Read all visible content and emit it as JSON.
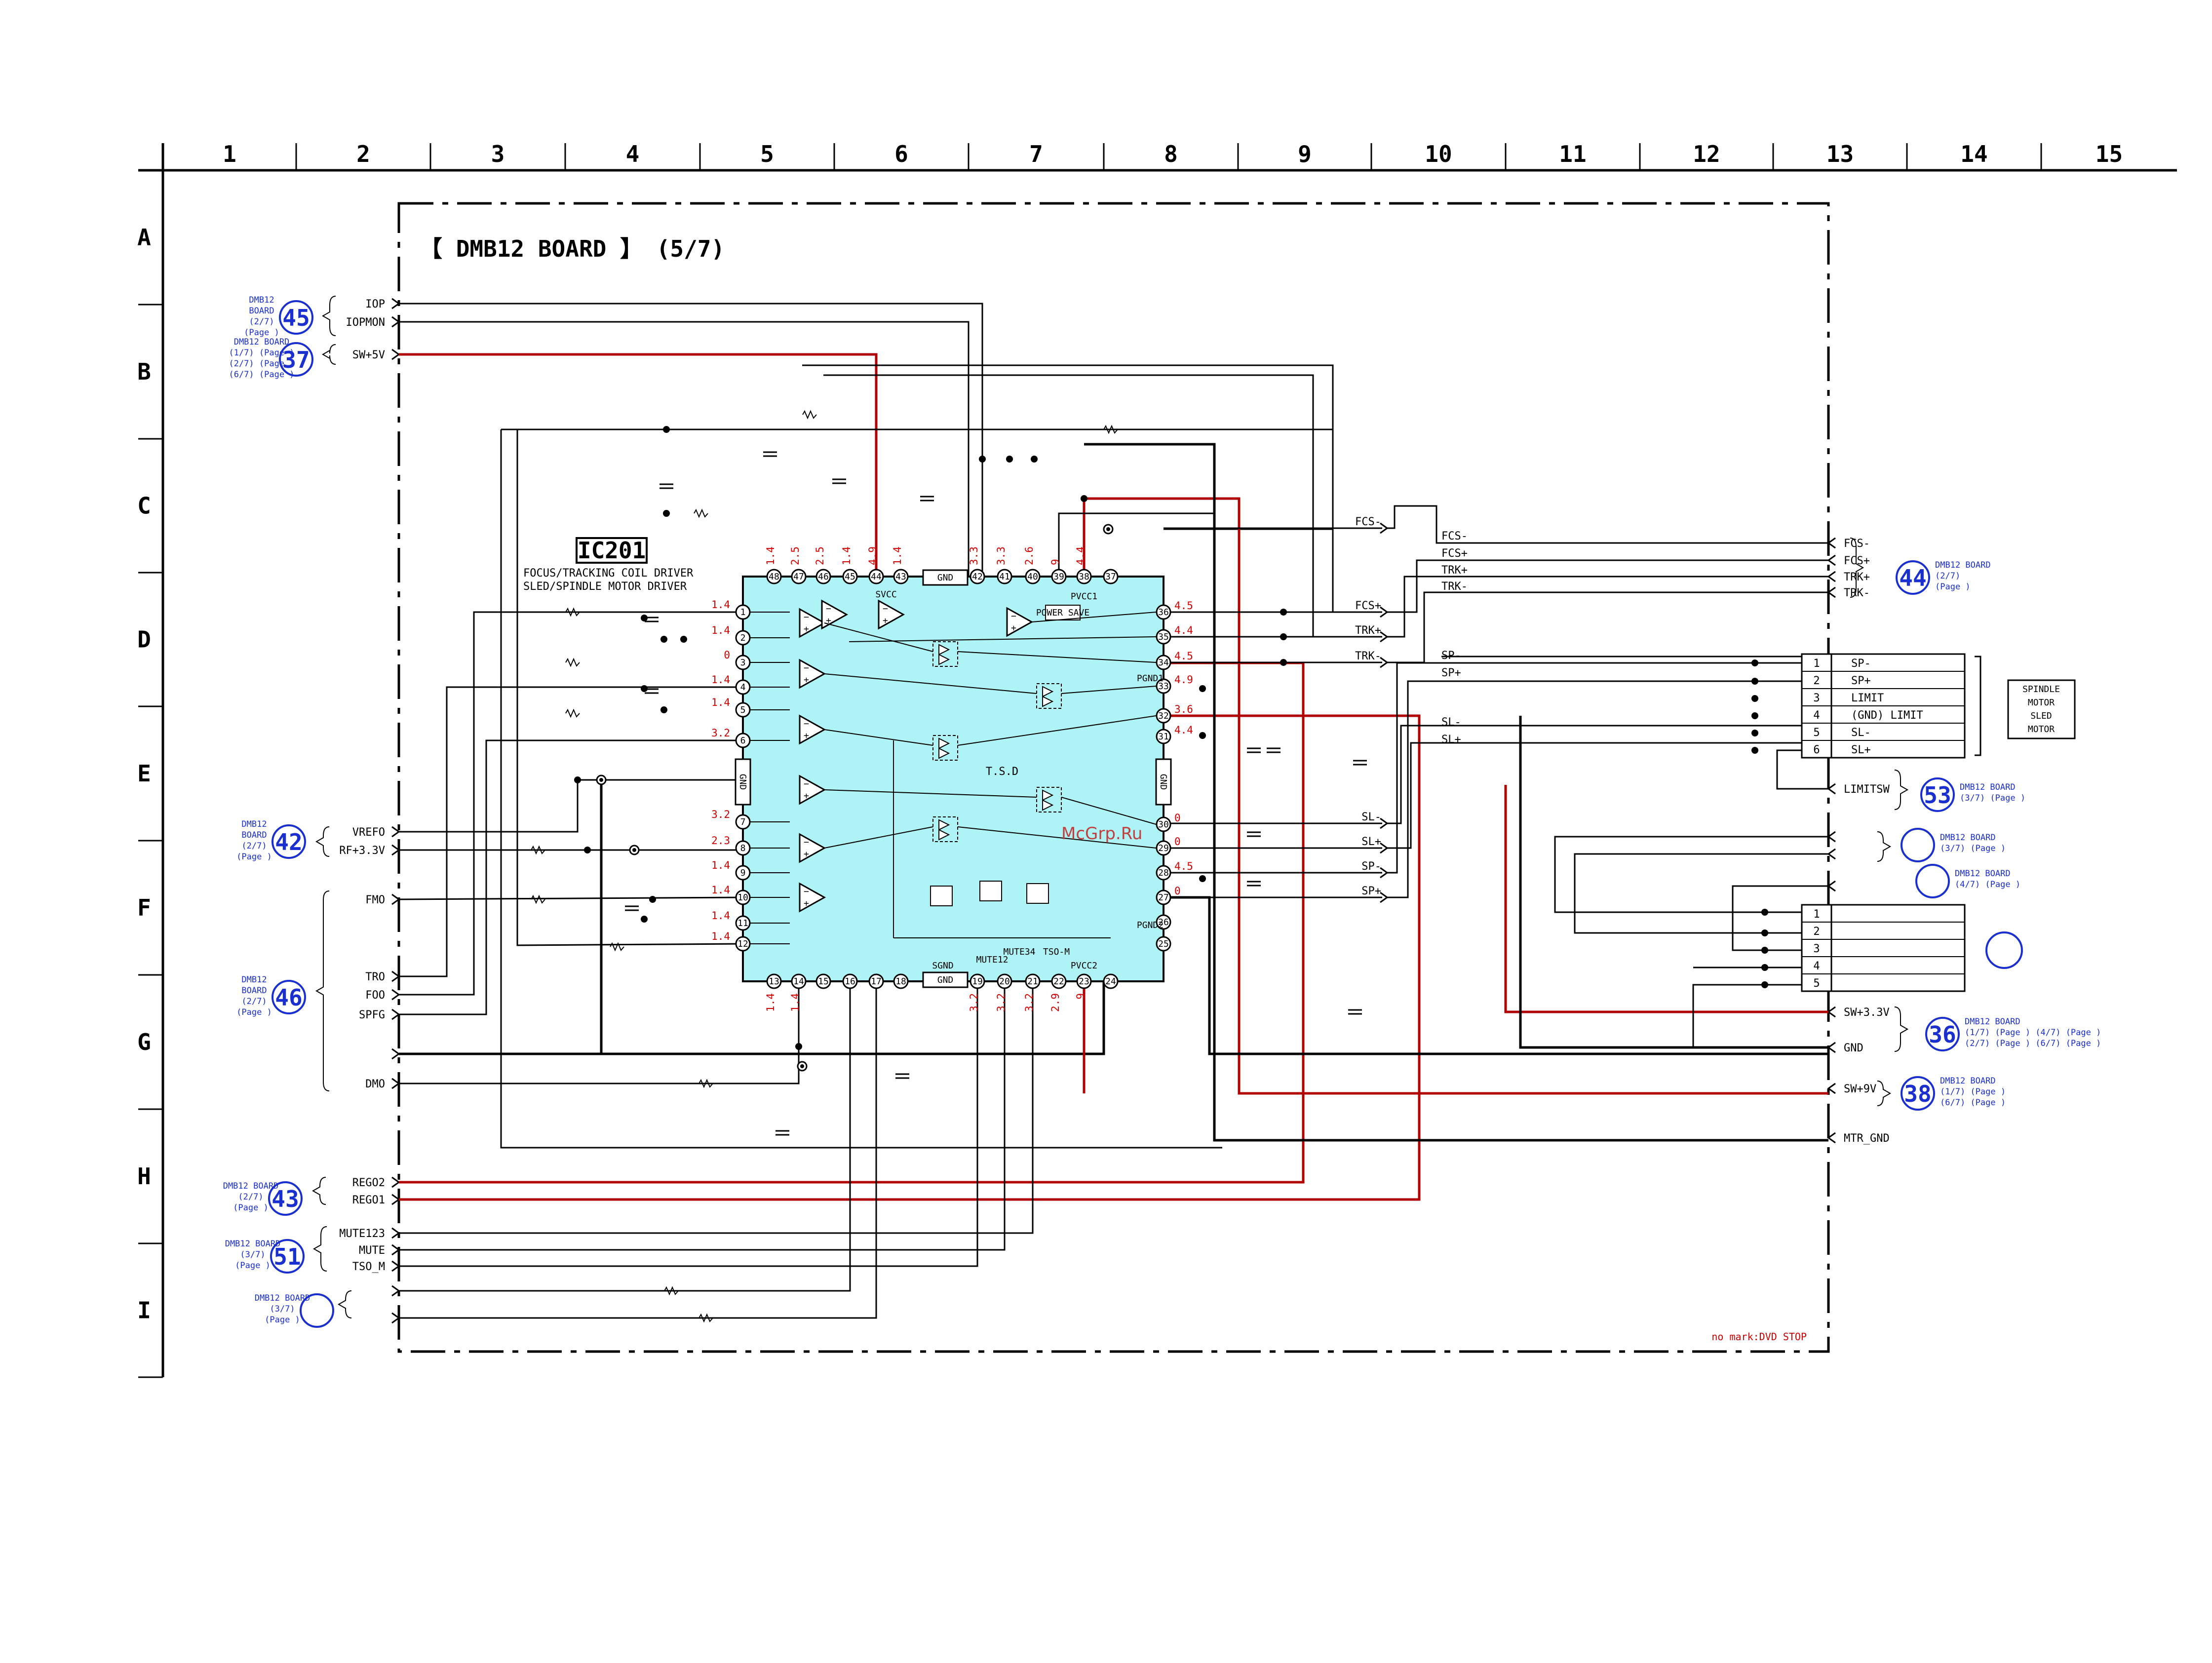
{
  "grid": {
    "columns": [
      "1",
      "2",
      "3",
      "4",
      "5",
      "6",
      "7",
      "8",
      "9",
      "10",
      "11",
      "12",
      "13",
      "14",
      "15"
    ],
    "rows": [
      "A",
      "B",
      "C",
      "D",
      "E",
      "F",
      "G",
      "H",
      "I"
    ]
  },
  "board_title": "【 DMB12 BOARD 】 (5/7)",
  "ic": {
    "ref": "IC201",
    "desc1": "FOCUS/TRACKING COIL DRIVER",
    "desc2": "SLED/SPINDLE MOTOR DRIVER",
    "inner_labels": {
      "gnd_top": "GND",
      "gnd_left": "GND",
      "gnd_right": "GND",
      "gnd_bottom": "GND",
      "pvcc1": "PVCC1",
      "pvcc2": "PVCC2",
      "pgnd1": "PGND1",
      "pgnd2": "PGND2",
      "svcc": "SVCC",
      "tsd": "T.S.D",
      "power_save": "POWER SAVE",
      "sgnd": "SGND",
      "mute12": "MUTE12",
      "mute34": "MUTE34",
      "tso_m": "TSO-M"
    }
  },
  "left_signals": [
    "IOP",
    "IOPMON",
    "SW+5V",
    "VREFO",
    "RF+3.3V",
    "FMO",
    "TRO",
    "FOO",
    "SPFG",
    "DMO",
    "REGO2",
    "REGO1",
    "MUTE123",
    "MUTE",
    "TSO_M"
  ],
  "right_signals": [
    "FCS-",
    "FCS+",
    "TRK+",
    "TRK-",
    "SL-",
    "SL+",
    "SP-",
    "SP+"
  ],
  "output_ports": [
    "FCS-",
    "FCS+",
    "TRK+",
    "TRK-",
    "LIMITSW",
    "SW+3.3V",
    "GND",
    "SW+9V",
    "MTR_GND"
  ],
  "connector_motor": {
    "pins": [
      "1",
      "2",
      "3",
      "4",
      "5",
      "6"
    ],
    "names": [
      "SP-",
      "SP+",
      "LIMIT",
      "(GND) LIMIT",
      "SL-",
      "SL+"
    ]
  },
  "motor_labels": [
    "SPINDLE",
    "MOTOR",
    "SLED",
    "MOTOR"
  ],
  "connector_b": {
    "pins": [
      "1",
      "2",
      "3",
      "4",
      "5"
    ]
  },
  "references": [
    {
      "num": "45",
      "l1": "DMB12",
      "l2": "BOARD",
      "l3": "(2/7)",
      "l4": "(Page    )"
    },
    {
      "num": "37",
      "l1": "DMB12 BOARD",
      "l2": "(1/7) (Page    )",
      "l3": "(2/7) (Page    )",
      "l4": "(6/7) (Page    )"
    },
    {
      "num": "42",
      "l1": "DMB12",
      "l2": "BOARD",
      "l3": "(2/7)",
      "l4": "(Page    )"
    },
    {
      "num": "46",
      "l1": "DMB12",
      "l2": "BOARD",
      "l3": "(2/7)",
      "l4": "(Page    )"
    },
    {
      "num": "43",
      "l1": "DMB12 BOARD",
      "l2": "(2/7)",
      "l3": "(Page    )",
      "l4": ""
    },
    {
      "num": "51",
      "l1": "DMB12 BOARD",
      "l2": "(3/7)",
      "l3": "(Page    )",
      "l4": ""
    },
    {
      "num": "",
      "l1": "DMB12 BOARD",
      "l2": "(3/7)",
      "l3": "(Page    )",
      "l4": ""
    },
    {
      "num": "44",
      "l1": "DMB12 BOARD",
      "l2": "(2/7)",
      "l3": "(Page    )",
      "l4": ""
    },
    {
      "num": "53",
      "l1": "DMB12 BOARD",
      "l2": "(3/7) (Page    )",
      "l3": "",
      "l4": ""
    },
    {
      "num": "",
      "l1": "DMB12 BOARD",
      "l2": "(3/7) (Page    )",
      "l3": "",
      "l4": ""
    },
    {
      "num": "",
      "l1": "DMB12 BOARD",
      "l2": "(4/7) (Page    )",
      "l3": "",
      "l4": ""
    },
    {
      "num": "36",
      "l1": "DMB12 BOARD",
      "l2": "(1/7) (Page    )  (4/7) (Page    )",
      "l3": "(2/7) (Page    )  (6/7) (Page    )",
      "l4": ""
    },
    {
      "num": "38",
      "l1": "DMB12 BOARD",
      "l2": "(1/7) (Page    )",
      "l3": "(6/7) (Page    )",
      "l4": ""
    }
  ],
  "voltages_left": [
    "1.4",
    "1.4",
    "0",
    "1.4",
    "1.4",
    "3.2",
    "3.2",
    "2.3",
    "1.4",
    "1.4",
    "1.4",
    "1.4"
  ],
  "voltages_top": [
    "1.4",
    "2.5",
    "2.5",
    "1.4",
    "4.9",
    "1.4",
    "3.3",
    "3.3",
    "2.6",
    "9",
    "4.4"
  ],
  "voltages_right": [
    "4.5",
    "4.4",
    "4.5",
    "4.9",
    "3.6",
    "4.4",
    "0",
    "0",
    "4.5",
    "0"
  ],
  "voltages_bottom": [
    "1.4",
    "1.4",
    "3.2",
    "3.2",
    "3.2",
    "2.9",
    "9"
  ],
  "watermark": "McGrp.Ru",
  "note": "no mark:DVD STOP"
}
